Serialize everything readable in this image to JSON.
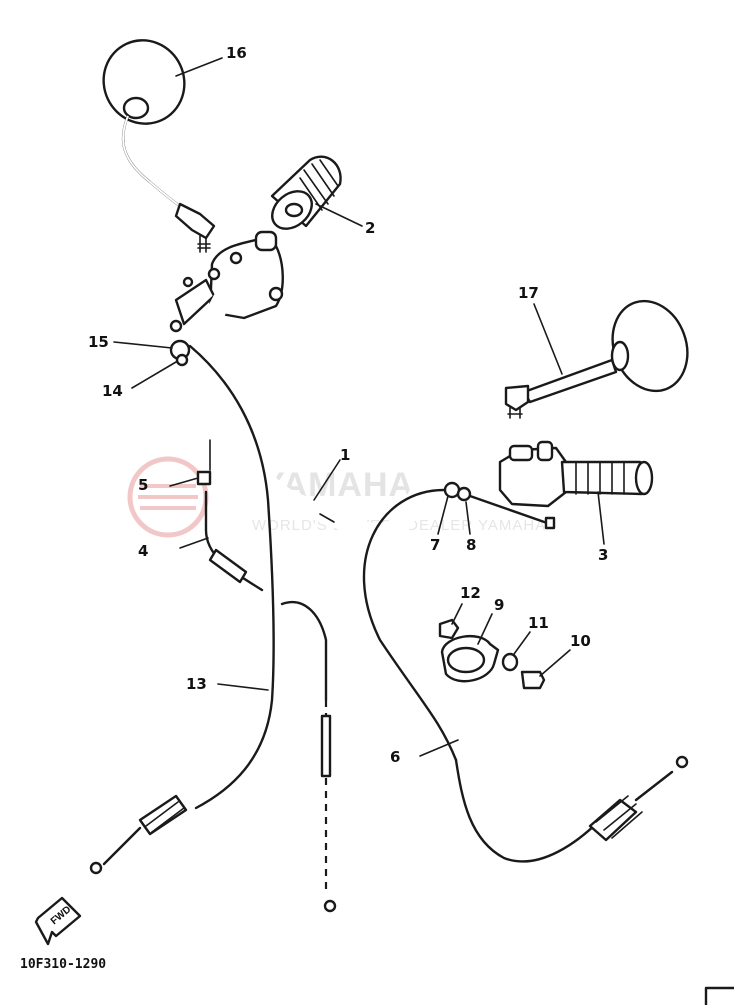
{
  "diagram": {
    "code": "10F310-1290",
    "fwd_label": "FWD",
    "watermark": {
      "line1": "YAMAHA",
      "line2": "WORLD'S LOWEST DEALER YAMAHA"
    },
    "callouts": [
      {
        "label": "1"
      },
      {
        "label": "2"
      },
      {
        "label": "3"
      },
      {
        "label": "4"
      },
      {
        "label": "5"
      },
      {
        "label": "6"
      },
      {
        "label": "7"
      },
      {
        "label": "8"
      },
      {
        "label": "9"
      },
      {
        "label": "10"
      },
      {
        "label": "11"
      },
      {
        "label": "12"
      },
      {
        "label": "13"
      },
      {
        "label": "14"
      },
      {
        "label": "15"
      },
      {
        "label": "16"
      },
      {
        "label": "17"
      }
    ]
  }
}
